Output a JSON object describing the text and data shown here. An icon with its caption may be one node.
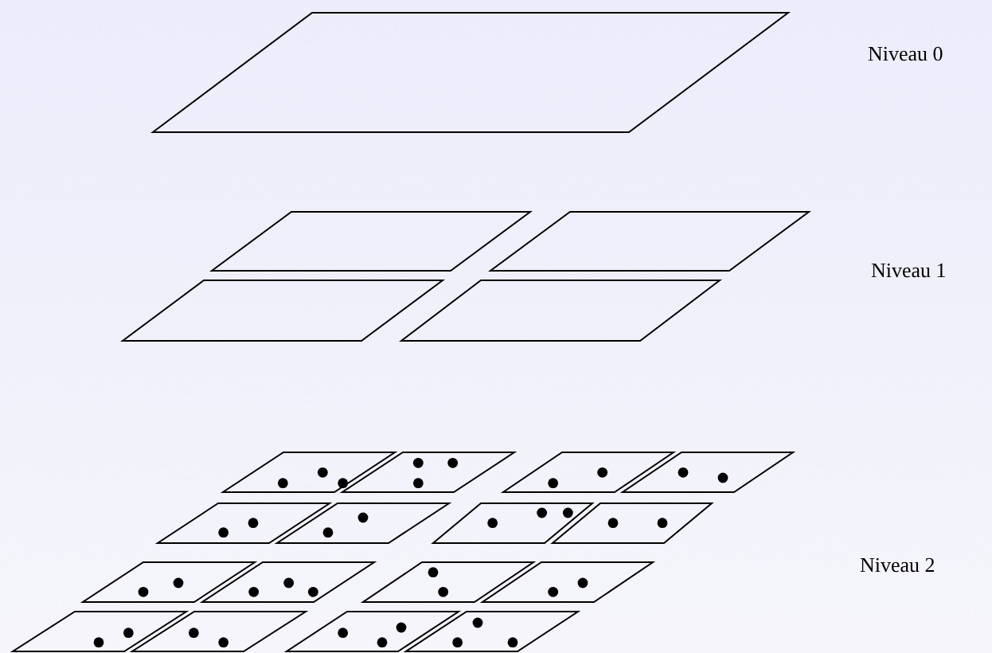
{
  "diagram": {
    "labels": [
      "Niveau 0",
      "Niveau 1",
      "Niveau 2"
    ]
  }
}
